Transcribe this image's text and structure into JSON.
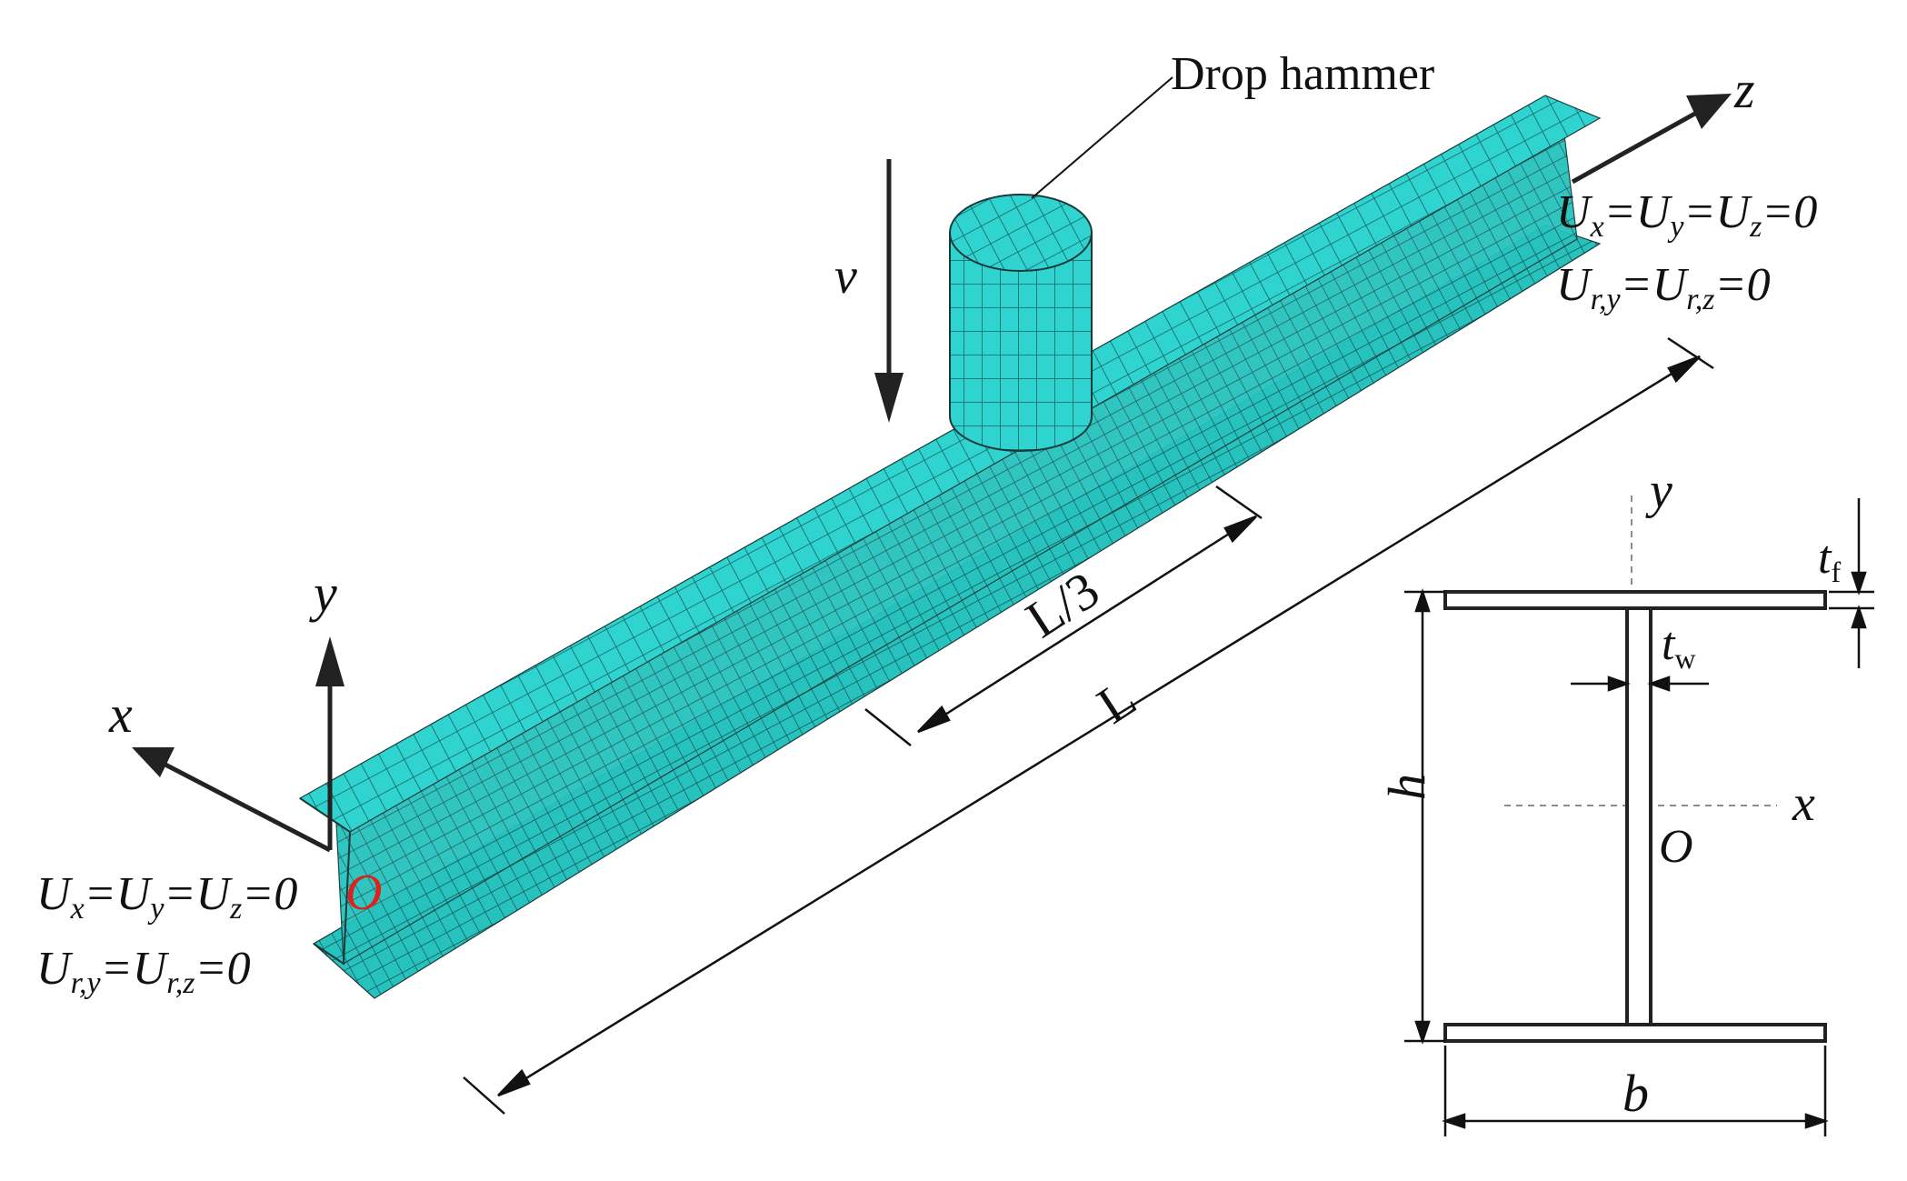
{
  "labels": {
    "drop_hammer": "Drop hammer",
    "velocity": "v",
    "axis_z": "z",
    "axis_y": "y",
    "axis_x": "x",
    "origin": "O",
    "third_span": "L/3",
    "span": "L",
    "bc_right_1": "U<sub>x</sub>=U<sub>y</sub>=U<sub>z</sub>=0",
    "bc_right_2": "U<sub>r,y</sub>=U<sub>r,z</sub>=0",
    "bc_left_1": "U<sub>x</sub>=U<sub>y</sub>=U<sub>z</sub>=0",
    "bc_left_2": "U<sub>r,y</sub>=U<sub>r,z</sub>=0",
    "section_y": "y",
    "section_x": "x",
    "section_O": "O",
    "section_tf": "t",
    "section_tf_sub": "f",
    "section_tw": "t",
    "section_tw_sub": "w",
    "section_h": "h",
    "section_b": "b"
  },
  "colors": {
    "mesh": "#2fd3cf",
    "mesh_dark": "#1a8f8c",
    "origin": "#e0201b",
    "ink": "#111111"
  }
}
